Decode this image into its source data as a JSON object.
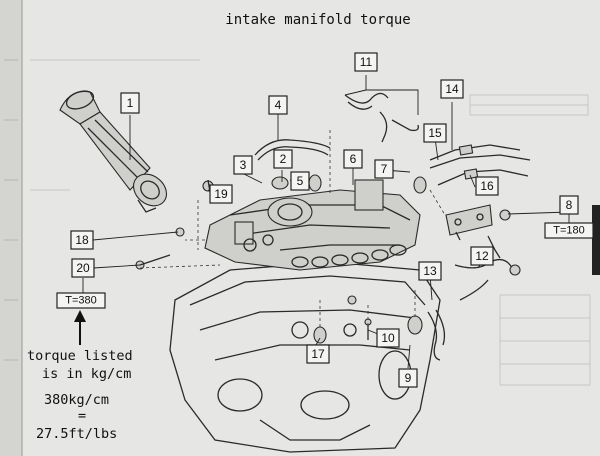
{
  "title": "intake manifold torque",
  "callouts": [
    {
      "num": "1"
    },
    {
      "num": "2"
    },
    {
      "num": "3"
    },
    {
      "num": "4"
    },
    {
      "num": "5"
    },
    {
      "num": "6"
    },
    {
      "num": "7"
    },
    {
      "num": "8"
    },
    {
      "num": "9"
    },
    {
      "num": "10"
    },
    {
      "num": "11"
    },
    {
      "num": "12"
    },
    {
      "num": "13"
    },
    {
      "num": "14"
    },
    {
      "num": "15"
    },
    {
      "num": "16"
    },
    {
      "num": "17"
    },
    {
      "num": "18"
    },
    {
      "num": "19"
    },
    {
      "num": "20"
    }
  ],
  "torque_labels": {
    "left": "T=380",
    "right": "T=180"
  },
  "annotation": {
    "line1": "torque listed",
    "line2": "is in kg/cm",
    "line3": "380kg/cm",
    "line4": "=",
    "line5": "27.5ft/lbs"
  },
  "colors": {
    "paper": "#e6e6e4",
    "ink": "#111111"
  }
}
